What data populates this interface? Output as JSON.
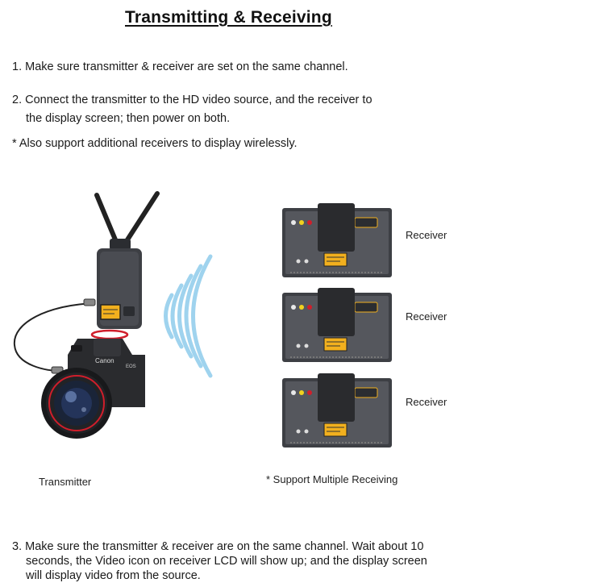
{
  "title": "Transmitting & Receiving",
  "steps": {
    "step1": "1. Make sure transmitter & receiver are set on the same channel.",
    "step2_line1": "2. Connect the transmitter to the HD video source, and the receiver to",
    "step2_line2": "the display screen; then power on both.",
    "note": "*  Also support  additional receivers to display wirelessly.",
    "step3_line1": "3. Make sure the transmitter & receiver are on the same channel. Wait about 10",
    "step3_line2": "seconds, the Video icon on receiver LCD will show up; and the display screen",
    "step3_line3": "will display video from the source."
  },
  "diagram": {
    "transmitter_label": "Transmitter",
    "multi_label": "* Support Multiple Receiving",
    "receivers": [
      {
        "label": "Receiver"
      },
      {
        "label": "Receiver"
      },
      {
        "label": "Receiver"
      }
    ],
    "camera_brand": "Canon",
    "camera_model": "EOS",
    "colors": {
      "signal_wave": "#9fd3ee",
      "lens_ring": "#d01e2b",
      "lcd_screen": "#f2b01e",
      "device_body": "#3d3f44"
    }
  }
}
